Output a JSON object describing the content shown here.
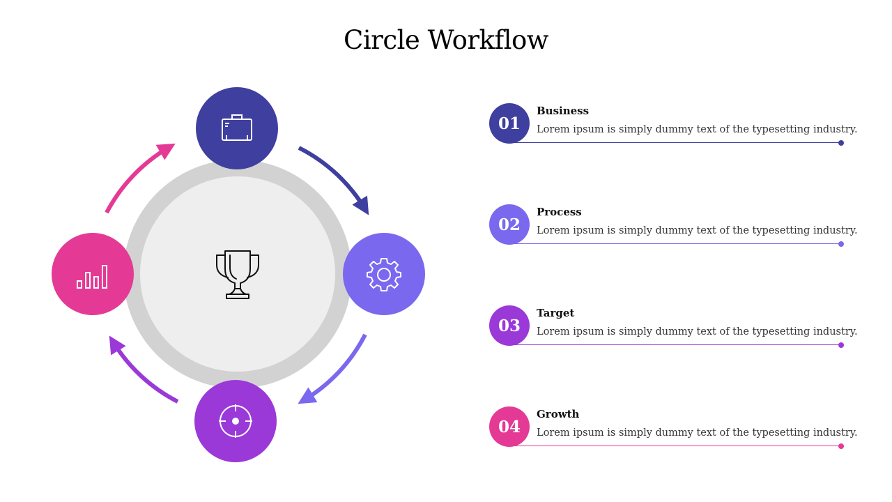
{
  "title": "Circle Workflow",
  "colors": {
    "business": "#3f3f9f",
    "process": "#7a68ef",
    "target": "#9b39d8",
    "growth": "#e43a95"
  },
  "diagram": {
    "center_icon": "trophy-icon",
    "nodes": [
      {
        "key": "business",
        "icon": "briefcase-icon"
      },
      {
        "key": "process",
        "icon": "gear-icon"
      },
      {
        "key": "target",
        "icon": "target-icon"
      },
      {
        "key": "growth",
        "icon": "bar-chart-icon"
      }
    ]
  },
  "items": [
    {
      "number": "01",
      "title": "Business",
      "text": "Lorem ipsum is simply dummy text of the typesetting industry."
    },
    {
      "number": "02",
      "title": "Process",
      "text": "Lorem ipsum is simply dummy text of the typesetting industry."
    },
    {
      "number": "03",
      "title": "Target",
      "text": "Lorem ipsum is simply dummy text of the typesetting industry."
    },
    {
      "number": "04",
      "title": "Growth",
      "text": "Lorem ipsum is simply dummy text of the typesetting industry."
    }
  ]
}
